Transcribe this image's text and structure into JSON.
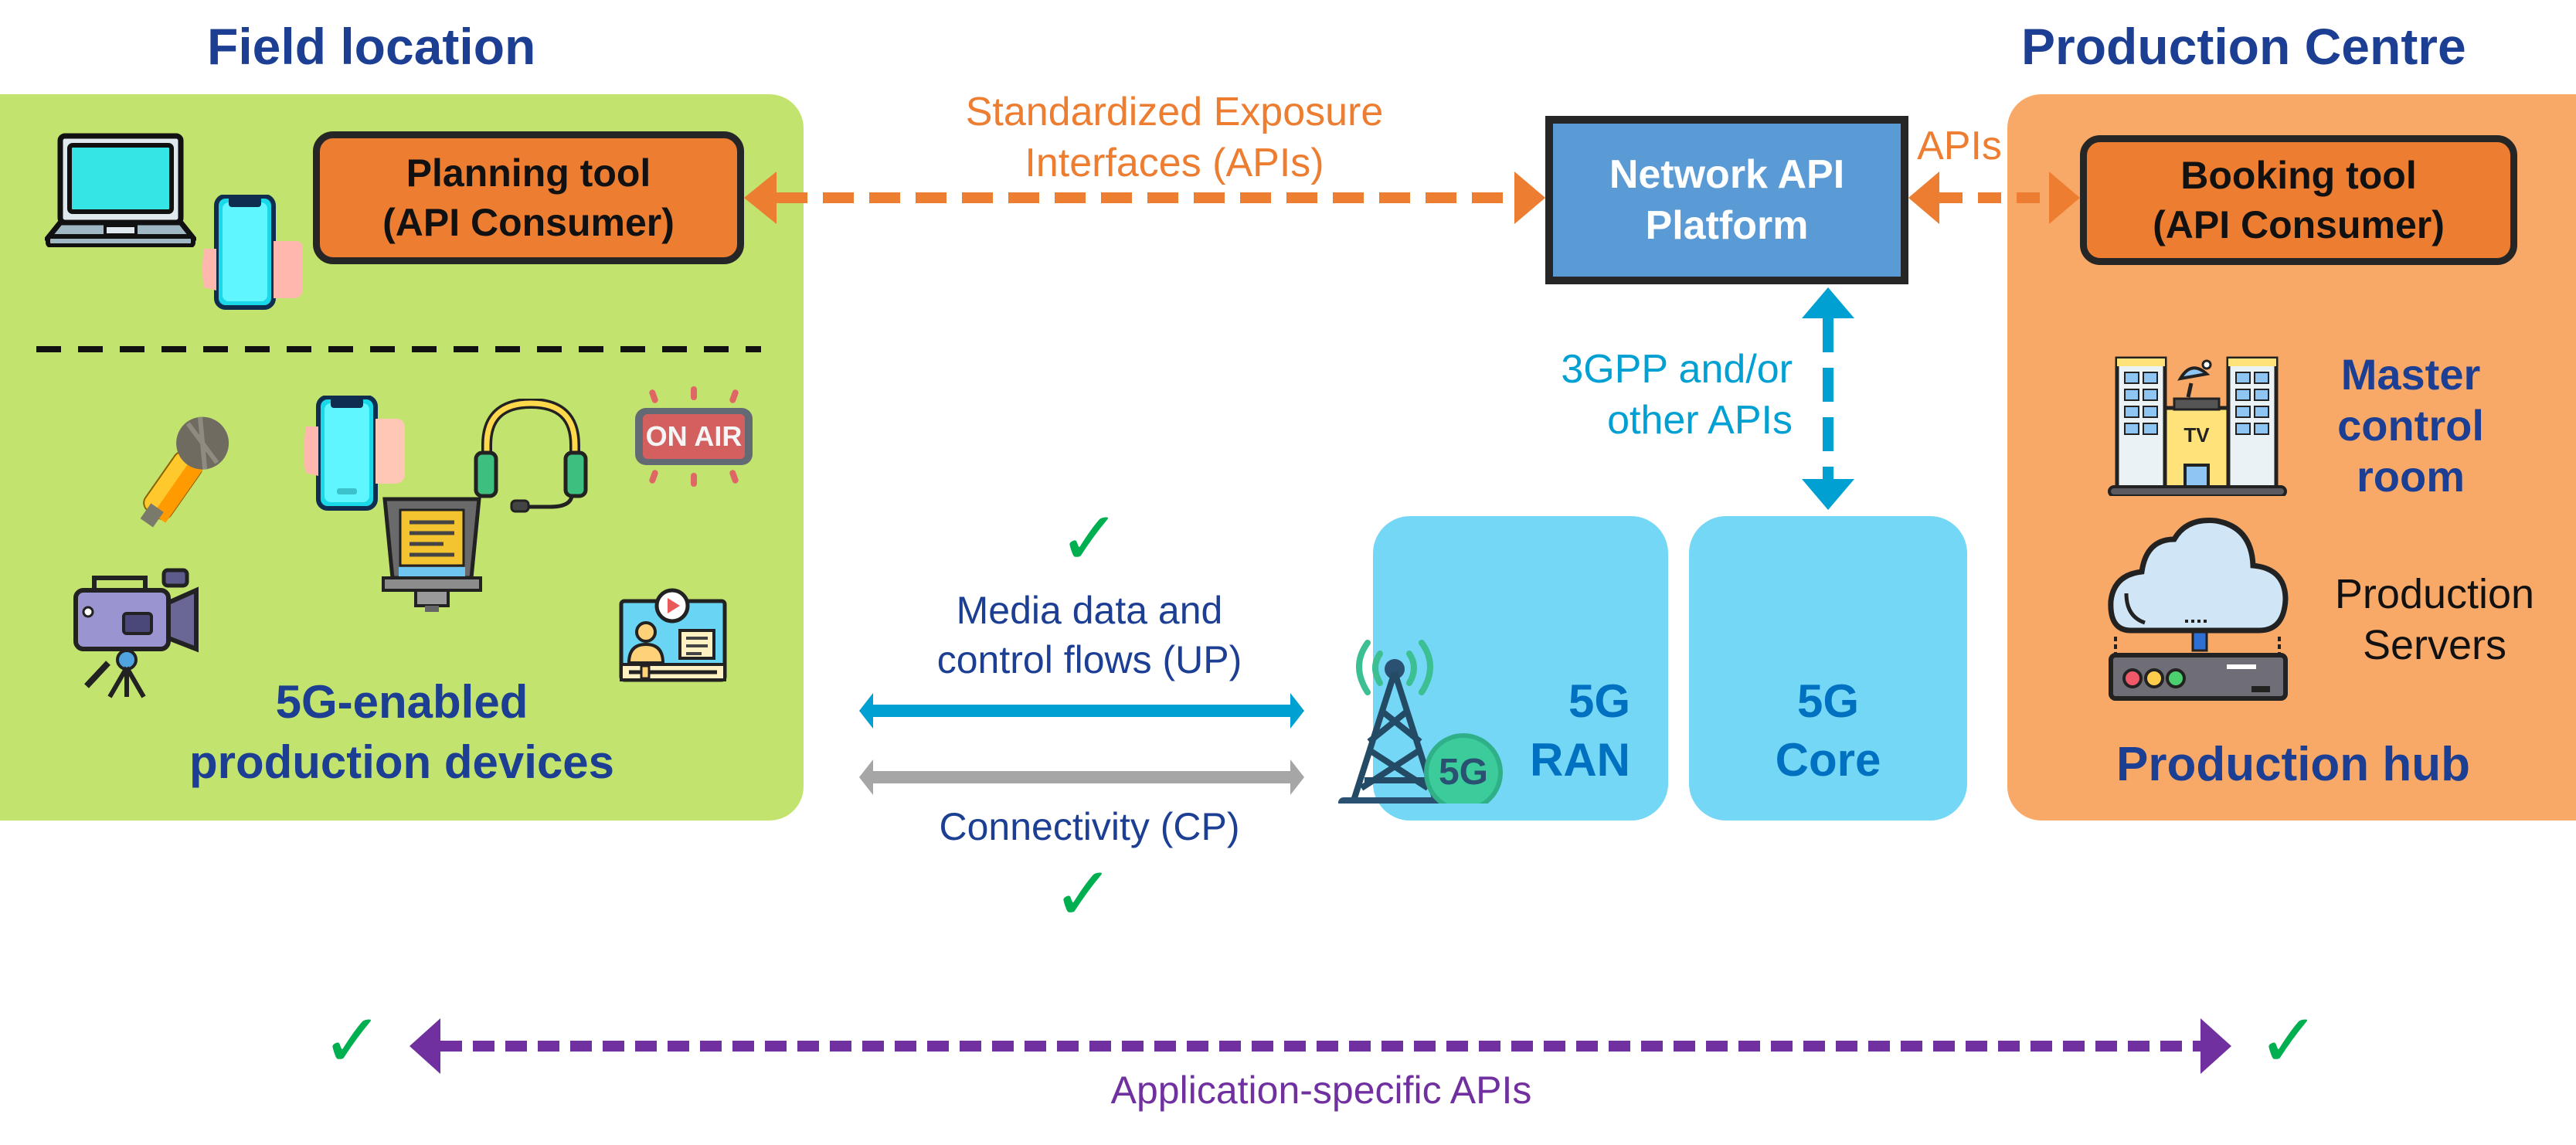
{
  "titles": {
    "field_location": "Field location",
    "production_centre": "Production Centre"
  },
  "field": {
    "planning_tool": {
      "line1": "Planning tool",
      "line2": "(API Consumer)"
    },
    "devices_label": {
      "line1": "5G-enabled",
      "line2": "production devices"
    },
    "icons": [
      "laptop-icon",
      "smartphone-icon",
      "microphone-icon",
      "smartphone-icon",
      "headset-icon",
      "on-air-sign-icon",
      "video-camera-icon",
      "teleprompter-icon",
      "video-presenter-icon"
    ],
    "on_air_text": "ON AIR"
  },
  "center": {
    "exposure_label": {
      "line1": "Standardized Exposure",
      "line2": "Interfaces (APIs)"
    },
    "platform": {
      "line1": "Network API",
      "line2": "Platform"
    },
    "apis_label": "APIs",
    "gpp_label": {
      "line1": "3GPP and/or",
      "line2": "other APIs"
    },
    "up_label": {
      "line1": "Media data and",
      "line2": "control flows (UP)"
    },
    "cp_label": "Connectivity (CP)",
    "ran": {
      "line1": "5G",
      "line2": "RAN",
      "badge": "5G"
    },
    "core": {
      "line1": "5G",
      "line2": "Core"
    }
  },
  "production": {
    "booking_tool": {
      "line1": "Booking tool",
      "line2": "(API Consumer)"
    },
    "master_control": {
      "line1": "Master",
      "line2": "control",
      "line3": "room"
    },
    "tv_text": "TV",
    "servers": {
      "line1": "Production",
      "line2": "Servers"
    },
    "hub_label": "Production hub"
  },
  "bottom": {
    "app_apis_label": "Application-specific APIs",
    "check": "✓"
  },
  "colors": {
    "title_navy": "#1c3f94",
    "field_green": "#c3e36f",
    "production_orange": "#f9a967",
    "consumer_orange": "#ed7d31",
    "platform_blue": "#5b9bd5",
    "ran_cyan": "#74d7f5",
    "up_arrow": "#00a0d2",
    "cp_arrow": "#a6a6a6",
    "app_purple": "#7030a0",
    "check_green": "#00b050"
  }
}
